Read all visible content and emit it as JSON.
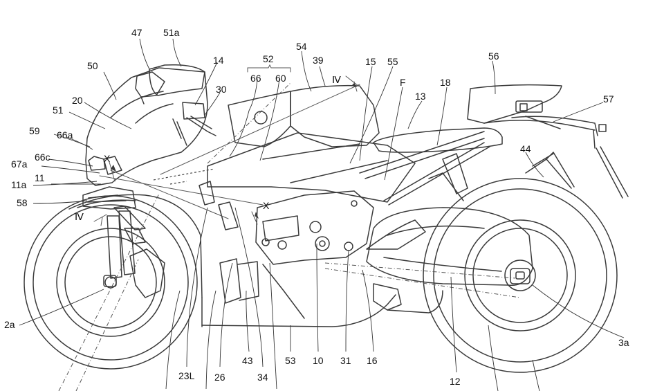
{
  "figure": {
    "labels": [
      {
        "text": "47"
      },
      {
        "text": "51a"
      },
      {
        "text": "14"
      },
      {
        "text": "52"
      },
      {
        "text": "54"
      },
      {
        "text": "39"
      },
      {
        "text": "15"
      },
      {
        "text": "55"
      },
      {
        "text": "56"
      },
      {
        "text": "50"
      },
      {
        "text": "30"
      },
      {
        "text": "66"
      },
      {
        "text": "60"
      },
      {
        "text": "F"
      },
      {
        "text": "18"
      },
      {
        "text": "13"
      },
      {
        "text": "57"
      },
      {
        "text": "20"
      },
      {
        "text": "51"
      },
      {
        "text": "59"
      },
      {
        "text": "66a"
      },
      {
        "text": "66c"
      },
      {
        "text": "67a"
      },
      {
        "text": "11a"
      },
      {
        "text": "11"
      },
      {
        "text": "58"
      },
      {
        "text": "44"
      },
      {
        "text": "2a"
      },
      {
        "text": "3a"
      },
      {
        "text": "23L"
      },
      {
        "text": "26"
      },
      {
        "text": "43"
      },
      {
        "text": "34"
      },
      {
        "text": "53"
      },
      {
        "text": "10"
      },
      {
        "text": "31"
      },
      {
        "text": "16"
      },
      {
        "text": "12"
      }
    ],
    "section_marks": [
      {
        "text": "Ⅳ"
      },
      {
        "text": "Ⅳ"
      },
      {
        "text": "X"
      },
      {
        "text": "X"
      }
    ]
  }
}
